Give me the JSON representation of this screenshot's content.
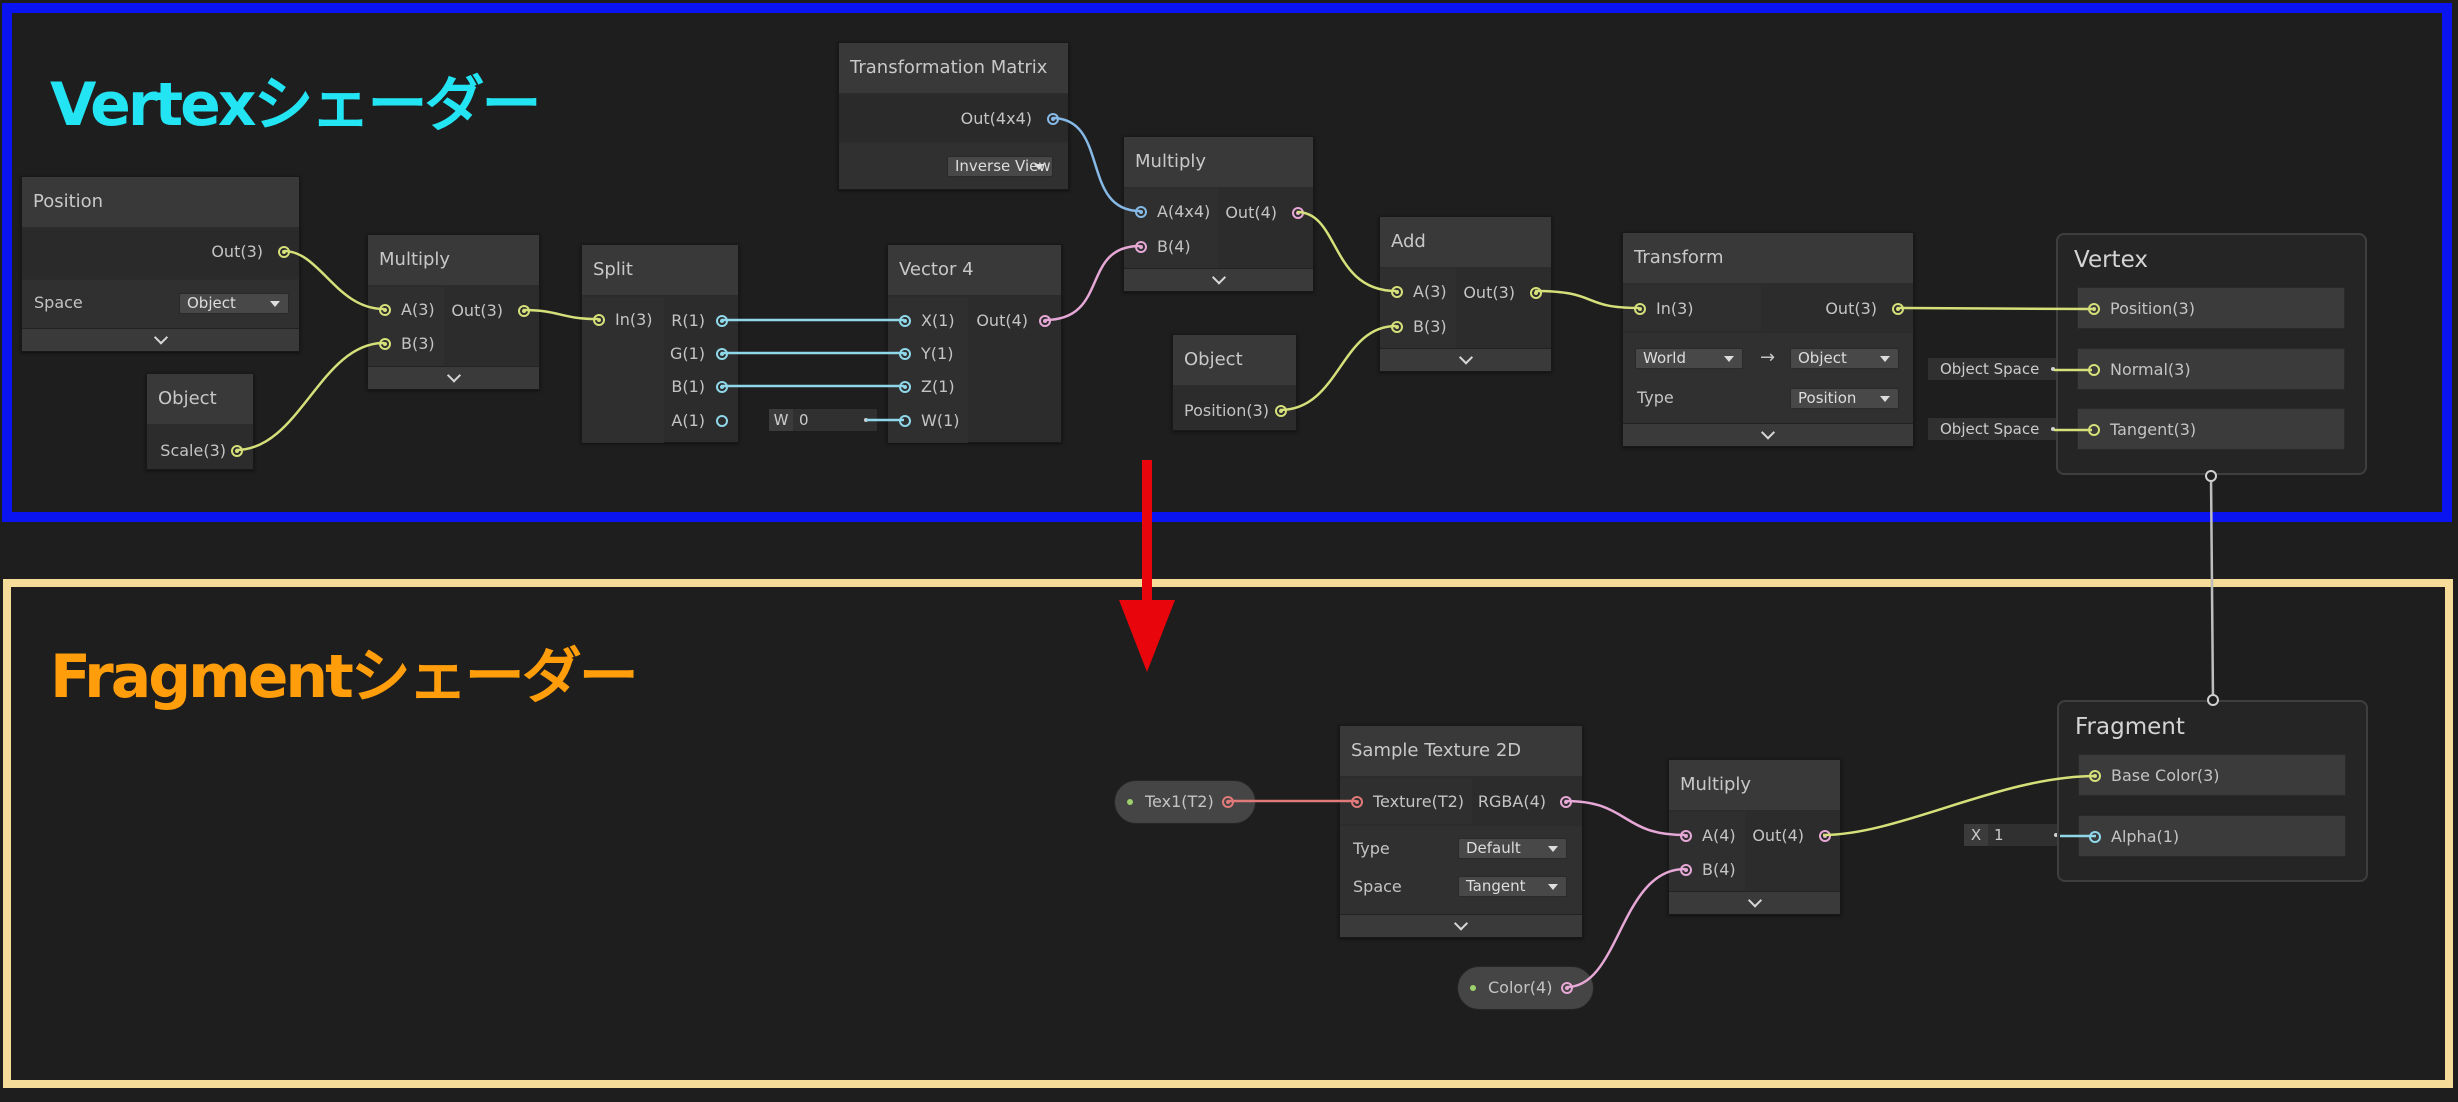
{
  "vertex_section": {
    "title": "Vertexシェーダー"
  },
  "fragment_section": {
    "title": "Fragmentシェーダー"
  },
  "nodes": {
    "position": {
      "title": "Position",
      "out": "Out(3)",
      "space_label": "Space",
      "space_value": "Object"
    },
    "object_scale": {
      "title": "Object",
      "out": "Scale(3)"
    },
    "multiply_v1": {
      "title": "Multiply",
      "in_a": "A(3)",
      "in_b": "B(3)",
      "out": "Out(3)"
    },
    "split": {
      "title": "Split",
      "in": "In(3)",
      "out_r": "R(1)",
      "out_g": "G(1)",
      "out_b": "B(1)",
      "out_a": "A(1)"
    },
    "w_field": {
      "key": "W",
      "value": "0"
    },
    "vector4": {
      "title": "Vector 4",
      "in_x": "X(1)",
      "in_y": "Y(1)",
      "in_z": "Z(1)",
      "in_w": "W(1)",
      "out": "Out(4)"
    },
    "transformation_matrix": {
      "title": "Transformation Matrix",
      "out": "Out(4x4)",
      "mode_value": "Inverse View"
    },
    "multiply_v2": {
      "title": "Multiply",
      "in_a": "A(4x4)",
      "in_b": "B(4)",
      "out": "Out(4)"
    },
    "object_position": {
      "title": "Object",
      "out": "Position(3)"
    },
    "add": {
      "title": "Add",
      "in_a": "A(3)",
      "in_b": "B(3)",
      "out": "Out(3)"
    },
    "transform": {
      "title": "Transform",
      "in": "In(3)",
      "out": "Out(3)",
      "from_value": "World",
      "arrow": "→",
      "to_value": "Object",
      "type_label": "Type",
      "type_value": "Position"
    },
    "vertex_master": {
      "title": "Vertex",
      "slot_position": "Position(3)",
      "slot_normal": "Normal(3)",
      "slot_tangent": "Tangent(3)",
      "normal_default": "Object Space",
      "tangent_default": "Object Space"
    },
    "tex1_property": {
      "label": "Tex1(T2)"
    },
    "sample_texture": {
      "title": "Sample Texture 2D",
      "in": "Texture(T2)",
      "out": "RGBA(4)",
      "type_label": "Type",
      "type_value": "Default",
      "space_label": "Space",
      "space_value": "Tangent"
    },
    "multiply_f": {
      "title": "Multiply",
      "in_a": "A(4)",
      "in_b": "B(4)",
      "out": "Out(4)"
    },
    "color_property": {
      "label": "Color(4)"
    },
    "fragment_master": {
      "title": "Fragment",
      "slot_base_color": "Base Color(3)",
      "slot_alpha": "Alpha(1)"
    },
    "alpha_field": {
      "key": "X",
      "value": "1"
    }
  },
  "colors": {
    "vertex_frame": "#0a14f0",
    "fragment_frame": "#f5dc98",
    "vertex_title": "#22e4f3",
    "fragment_title": "#ff9d0a",
    "wire_vec3": "#d6e07a",
    "wire_vec1": "#8fd8ea",
    "wire_vec4": "#e6a8d6",
    "wire_matrix": "#86b9e6",
    "wire_texture": "#e07a7a",
    "arrow": "#e8050b"
  }
}
